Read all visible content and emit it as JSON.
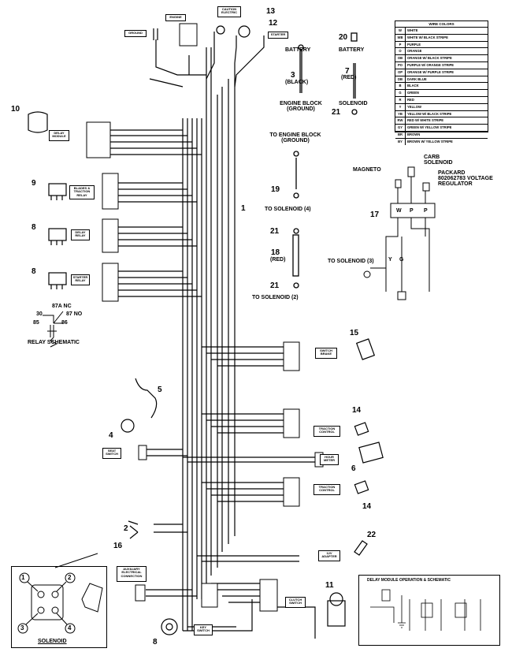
{
  "wire_colors": {
    "title": "WIRE COLORS",
    "rows": [
      {
        "code": "W",
        "name": "WHITE"
      },
      {
        "code": "WB",
        "name": "WHITE W/ BLACK STRIPE"
      },
      {
        "code": "P",
        "name": "PURPLE"
      },
      {
        "code": "O",
        "name": "ORANGE"
      },
      {
        "code": "OB",
        "name": "ORANGE W/ BLACK STRIPE"
      },
      {
        "code": "PO",
        "name": "PURPLE W/ ORANGE STRIPE"
      },
      {
        "code": "OP",
        "name": "ORANGE W/ PURPLE STRIPE"
      },
      {
        "code": "DB",
        "name": "DARK BLUE"
      },
      {
        "code": "B",
        "name": "BLACK"
      },
      {
        "code": "G",
        "name": "GREEN"
      },
      {
        "code": "R",
        "name": "RED"
      },
      {
        "code": "Y",
        "name": "YELLOW"
      },
      {
        "code": "YB",
        "name": "YELLOW W/ BLACK STRIPE"
      },
      {
        "code": "RW",
        "name": "RED W/ WHITE STRIPE"
      },
      {
        "code": "GY",
        "name": "GREEN W/ YELLOW STRIPE"
      },
      {
        "code": "BR",
        "name": "BROWN"
      },
      {
        "code": "BY",
        "name": "BROWN W/ YELLOW STRIPE"
      }
    ]
  },
  "labels": {
    "ground": "GROUND",
    "engine": "ENGINE",
    "caution_electric": "CAUTION ELECTRIC",
    "starter": "STARTER",
    "battery_left": "BATTERY",
    "battery_right": "BATTERY",
    "black": "(BLACK)",
    "red_top": "(RED)",
    "engine_block_ground": "ENGINE BLOCK (GROUND)",
    "solenoid_top": "SOLENOID",
    "to_engine_block_ground": "TO ENGINE BLOCK (GROUND)",
    "to_solenoid_4": "TO SOLENOID (4)",
    "red_mid": "(RED)",
    "to_solenoid_2": "TO SOLENOID (2)",
    "magneto": "MAGNETO",
    "carb_solenoid": "CARB SOLENOID",
    "voltage_regulator": "PACKARD 802062783 VOLTAGE REGULATOR",
    "to_solenoid_3": "TO SOLENOID (3)",
    "delay_module": "DELAY MODULE",
    "blades_traction_relay": "BLADES & TRACTION RELAY",
    "delay_relay": "DELAY RELAY",
    "starter_relay": "STARTER RELAY",
    "relay_schematic": "RELAY SCHEMATIC",
    "relay_87a": "87A NC",
    "relay_87": "87 NO",
    "relay_30": "30",
    "relay_85": "85",
    "relay_86": "86",
    "switch_brake": "SWITCH BRAKE",
    "traction_control_1": "TRACTION CONTROL",
    "hour_meter": "HOUR METER",
    "traction_control_2": "TRACTION CONTROL",
    "seat_switch": "SEAT SWITCH",
    "auxiliary_connection": "AUXILIARY ELECTRICAL CONNECTION",
    "adapter_12v": "12V ADAPTER",
    "clutch_switch": "CLUTCH SWITCH",
    "key_switch": "KEY SWITCH",
    "solenoid_bottom": "SOLENOID",
    "delay_schematic_title": "DELAY MODULE OPERATION & SCHEMATIC"
  },
  "callouts": {
    "n1": "1",
    "n2": "2",
    "n3": "3",
    "n4": "4",
    "n5": "5",
    "n6": "6",
    "n7": "7",
    "n8a": "8",
    "n8b": "8",
    "n9": "9",
    "n10": "10",
    "n11": "11",
    "n12": "12",
    "n13": "13",
    "n14a": "14",
    "n14b": "14",
    "n15": "15",
    "n16": "16",
    "n17": "17",
    "n18": "18",
    "n19": "19",
    "n20": "20",
    "n21a": "21",
    "n21b": "21",
    "n21c": "21",
    "n22": "22",
    "c1": "1",
    "c2": "2",
    "c3": "3",
    "c4": "4"
  },
  "regulator_pins": [
    "W",
    "P",
    "P",
    "Y",
    "G"
  ],
  "colors": {
    "ink": "#000000",
    "paper": "#ffffff"
  }
}
